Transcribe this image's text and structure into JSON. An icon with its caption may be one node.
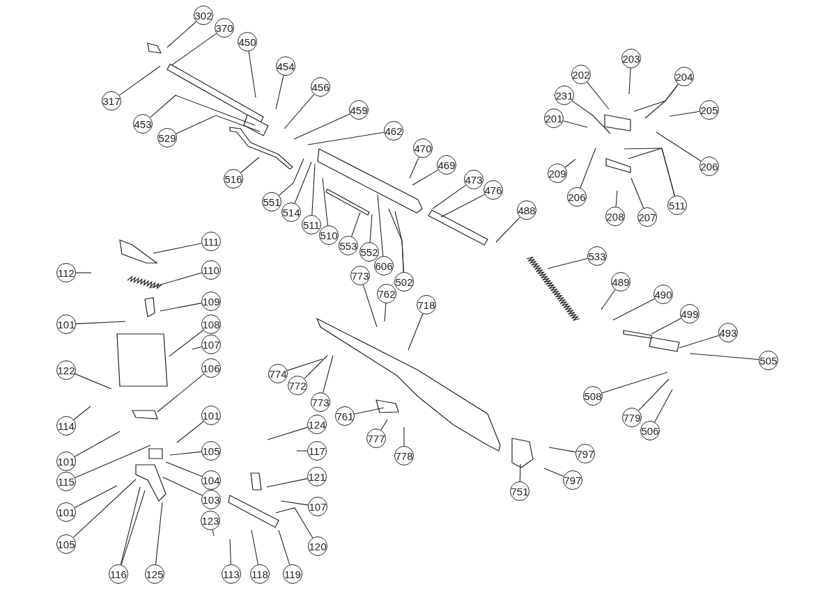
{
  "diagram": {
    "nodes": [
      {
        "text": [
          "302"
        ]
      },
      {
        "text": [
          "370"
        ]
      },
      {
        "text": [
          "450"
        ]
      },
      {
        "text": [
          "454"
        ]
      },
      {
        "text": [
          "456"
        ]
      },
      {
        "text": [
          "317"
        ]
      },
      {
        "text": [
          "459"
        ]
      },
      {
        "text": [
          "453"
        ]
      },
      {
        "text": [
          "462"
        ]
      },
      {
        "text": [
          "529"
        ]
      },
      {
        "text": [
          "470"
        ]
      },
      {
        "text": [
          "469"
        ]
      },
      {
        "text": [
          "516"
        ]
      },
      {
        "text": [
          "473"
        ]
      },
      {
        "text": [
          "476"
        ]
      },
      {
        "text": [
          "551"
        ]
      },
      {
        "text": [
          "514"
        ]
      },
      {
        "text": [
          "488"
        ]
      },
      {
        "text": [
          "511"
        ]
      },
      {
        "text": [
          "510"
        ]
      },
      {
        "text": [
          "553"
        ]
      },
      {
        "text": [
          "552"
        ]
      },
      {
        "text": [
          "533"
        ]
      },
      {
        "text": [
          "606"
        ]
      },
      {
        "text": [
          "502"
        ]
      },
      {
        "text": [
          "773"
        ]
      },
      {
        "text": [
          "762"
        ]
      },
      {
        "text": [
          "718"
        ]
      },
      {
        "text": [
          "489"
        ]
      },
      {
        "text": [
          "490"
        ]
      },
      {
        "text": [
          "499"
        ]
      },
      {
        "text": [
          "493"
        ]
      },
      {
        "text": [
          "505"
        ]
      },
      {
        "text": [
          "774"
        ]
      },
      {
        "text": [
          "772"
        ]
      },
      {
        "text": [
          "773"
        ]
      },
      {
        "text": [
          "508"
        ]
      },
      {
        "text": [
          "779"
        ]
      },
      {
        "text": [
          "506"
        ]
      },
      {
        "text": [
          "761"
        ]
      },
      {
        "text": [
          "777"
        ]
      },
      {
        "text": [
          "778"
        ]
      },
      {
        "text": [
          "797"
        ]
      },
      {
        "text": [
          "797"
        ]
      },
      {
        "text": [
          "751"
        ]
      },
      {
        "text": [
          "111"
        ]
      },
      {
        "text": [
          "112"
        ]
      },
      {
        "text": [
          "110"
        ]
      },
      {
        "text": [
          "109"
        ]
      },
      {
        "text": [
          "101"
        ]
      },
      {
        "text": [
          "108"
        ]
      },
      {
        "text": [
          "107"
        ]
      },
      {
        "text": [
          "106"
        ]
      },
      {
        "text": [
          "122"
        ]
      },
      {
        "text": [
          "114"
        ]
      },
      {
        "text": [
          "101"
        ]
      },
      {
        "text": [
          "101"
        ]
      },
      {
        "text": [
          "115"
        ]
      },
      {
        "text": [
          "105"
        ]
      },
      {
        "text": [
          "104"
        ]
      },
      {
        "text": [
          "103"
        ]
      },
      {
        "text": [
          "101"
        ]
      },
      {
        "text": [
          "105"
        ]
      },
      {
        "text": [
          "116"
        ]
      },
      {
        "text": [
          "125"
        ]
      },
      {
        "text": [
          "123"
        ]
      },
      {
        "text": [
          "113"
        ]
      },
      {
        "text": [
          "118"
        ]
      },
      {
        "text": [
          "119"
        ]
      },
      {
        "text": [
          "120"
        ]
      },
      {
        "text": [
          "107"
        ]
      },
      {
        "text": [
          "121"
        ]
      },
      {
        "text": [
          "117"
        ]
      },
      {
        "text": [
          "124"
        ]
      },
      {
        "text": [
          "203"
        ]
      },
      {
        "text": [
          "202"
        ]
      },
      {
        "text": [
          "231"
        ]
      },
      {
        "text": [
          "204"
        ]
      },
      {
        "text": [
          "205"
        ]
      },
      {
        "text": [
          "201"
        ]
      },
      {
        "text": [
          "206"
        ]
      },
      {
        "text": [
          "209"
        ]
      },
      {
        "text": [
          "206"
        ]
      },
      {
        "text": [
          "208"
        ]
      },
      {
        "text": [
          "207"
        ]
      },
      {
        "text": [
          "511"
        ]
      }
    ],
    "edges": [
      {
        "from": 0,
        "to": null,
        "arrow": "none"
      },
      {
        "from": 1,
        "to": null,
        "arrow": "none"
      },
      {
        "from": 2,
        "to": null,
        "arrow": "none"
      },
      {
        "from": 3,
        "to": null,
        "arrow": "none"
      },
      {
        "from": 4,
        "to": null,
        "arrow": "none"
      },
      {
        "from": 5,
        "to": null,
        "arrow": "none"
      },
      {
        "from": 6,
        "to": null,
        "arrow": "none"
      },
      {
        "from": 7,
        "to": null,
        "arrow": "none"
      },
      {
        "from": 8,
        "to": null,
        "arrow": "none"
      },
      {
        "from": 9,
        "to": null,
        "arrow": "none"
      },
      {
        "from": 10,
        "to": null,
        "arrow": "none"
      },
      {
        "from": 11,
        "to": null,
        "arrow": "none"
      },
      {
        "from": 12,
        "to": null,
        "arrow": "none"
      },
      {
        "from": 13,
        "to": null,
        "arrow": "none"
      },
      {
        "from": 14,
        "to": null,
        "arrow": "none"
      },
      {
        "from": 15,
        "to": null,
        "arrow": "none"
      },
      {
        "from": 16,
        "to": null,
        "arrow": "none"
      },
      {
        "from": 17,
        "to": null,
        "arrow": "none"
      },
      {
        "from": 18,
        "to": null,
        "arrow": "none"
      },
      {
        "from": 19,
        "to": null,
        "arrow": "none"
      },
      {
        "from": 20,
        "to": null,
        "arrow": "none"
      },
      {
        "from": 21,
        "to": null,
        "arrow": "none"
      },
      {
        "from": 22,
        "to": null,
        "arrow": "none"
      },
      {
        "from": 23,
        "to": null,
        "arrow": "none"
      },
      {
        "from": 24,
        "to": null,
        "arrow": "none"
      },
      {
        "from": 24,
        "to": null,
        "arrow": "none"
      },
      {
        "from": 25,
        "to": null,
        "arrow": "none"
      },
      {
        "from": 26,
        "to": null,
        "arrow": "none"
      },
      {
        "from": 27,
        "to": null,
        "arrow": "none"
      },
      {
        "from": 28,
        "to": null,
        "arrow": "none"
      },
      {
        "from": 29,
        "to": null,
        "arrow": "none"
      },
      {
        "from": 30,
        "to": null,
        "arrow": "none"
      },
      {
        "from": 31,
        "to": null,
        "arrow": "none"
      },
      {
        "from": 32,
        "to": null,
        "arrow": "none"
      },
      {
        "from": 33,
        "to": null,
        "arrow": "none"
      },
      {
        "from": 34,
        "to": null,
        "arrow": "none"
      },
      {
        "from": 35,
        "to": null,
        "arrow": "none"
      },
      {
        "from": 36,
        "to": null,
        "arrow": "none"
      },
      {
        "from": 37,
        "to": null,
        "arrow": "none"
      },
      {
        "from": 38,
        "to": null,
        "arrow": "none"
      },
      {
        "from": 39,
        "to": null,
        "arrow": "none"
      },
      {
        "from": 40,
        "to": null,
        "arrow": "none"
      },
      {
        "from": 41,
        "to": null,
        "arrow": "none"
      },
      {
        "from": 42,
        "to": null,
        "arrow": "none"
      },
      {
        "from": 43,
        "to": null,
        "arrow": "none"
      },
      {
        "from": 44,
        "to": null,
        "arrow": "none"
      },
      {
        "from": 45,
        "to": null,
        "arrow": "none"
      },
      {
        "from": 46,
        "to": null,
        "arrow": "none"
      },
      {
        "from": 47,
        "to": null,
        "arrow": "none"
      },
      {
        "from": 48,
        "to": null,
        "arrow": "none"
      },
      {
        "from": 49,
        "to": null,
        "arrow": "none"
      },
      {
        "from": 50,
        "to": null,
        "arrow": "none"
      },
      {
        "from": 51,
        "to": null,
        "arrow": "none"
      },
      {
        "from": 52,
        "to": null,
        "arrow": "none"
      },
      {
        "from": 53,
        "to": null,
        "arrow": "none"
      },
      {
        "from": 54,
        "to": null,
        "arrow": "none"
      },
      {
        "from": 55,
        "to": null,
        "arrow": "none"
      },
      {
        "from": 56,
        "to": null,
        "arrow": "none"
      },
      {
        "from": 57,
        "to": null,
        "arrow": "none"
      },
      {
        "from": 58,
        "to": null,
        "arrow": "none"
      },
      {
        "from": 59,
        "to": null,
        "arrow": "none"
      },
      {
        "from": 60,
        "to": null,
        "arrow": "none"
      },
      {
        "from": 61,
        "to": null,
        "arrow": "none"
      },
      {
        "from": 62,
        "to": null,
        "arrow": "none"
      },
      {
        "from": 63,
        "to": null,
        "arrow": "none"
      },
      {
        "from": 63,
        "to": null,
        "arrow": "none"
      },
      {
        "from": 64,
        "to": null,
        "arrow": "none"
      },
      {
        "from": 65,
        "to": null,
        "arrow": "none"
      },
      {
        "from": 66,
        "to": null,
        "arrow": "none"
      },
      {
        "from": 67,
        "to": null,
        "arrow": "none"
      },
      {
        "from": 68,
        "to": null,
        "arrow": "none"
      },
      {
        "from": 69,
        "to": null,
        "arrow": "none"
      },
      {
        "from": 70,
        "to": null,
        "arrow": "none"
      },
      {
        "from": 71,
        "to": null,
        "arrow": "none"
      },
      {
        "from": 72,
        "to": null,
        "arrow": "none"
      },
      {
        "from": 73,
        "to": null,
        "arrow": "none"
      },
      {
        "from": 74,
        "to": null,
        "arrow": "none"
      },
      {
        "from": 75,
        "to": null,
        "arrow": "none"
      },
      {
        "from": 76,
        "to": null,
        "arrow": "none"
      },
      {
        "from": 77,
        "to": null,
        "arrow": "none"
      },
      {
        "from": 77,
        "to": null,
        "arrow": "none"
      },
      {
        "from": 78,
        "to": null,
        "arrow": "none"
      },
      {
        "from": 79,
        "to": null,
        "arrow": "none"
      },
      {
        "from": 80,
        "to": null,
        "arrow": "none"
      },
      {
        "from": 81,
        "to": null,
        "arrow": "none"
      },
      {
        "from": 82,
        "to": null,
        "arrow": "none"
      },
      {
        "from": 83,
        "to": null,
        "arrow": "none"
      },
      {
        "from": 84,
        "to": null,
        "arrow": "none"
      },
      {
        "from": 85,
        "to": null,
        "arrow": "none"
      },
      {
        "from": 85,
        "to": null,
        "arrow": "none"
      }
    ]
  }
}
